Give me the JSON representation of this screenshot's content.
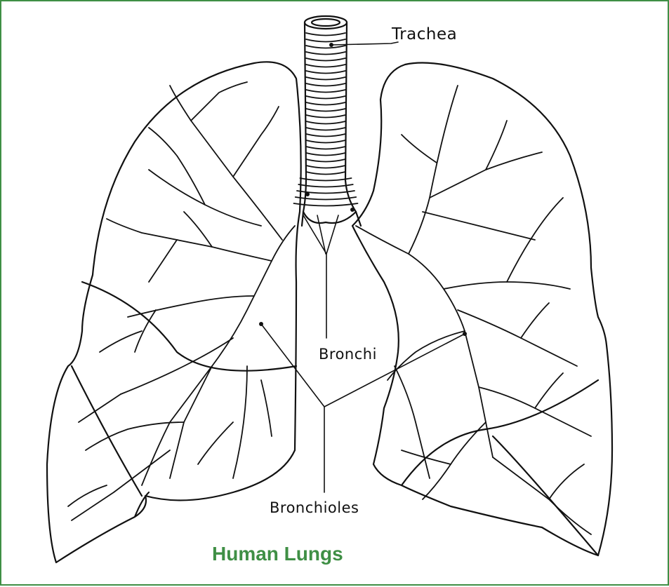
{
  "diagram": {
    "title": "Human Lungs",
    "labels": {
      "trachea": "Trachea",
      "bronchi": "Bronchi",
      "bronchioles": "Bronchioles"
    },
    "colors": {
      "frame": "#3f8f45",
      "title": "#3f8f45",
      "ink": "#111111",
      "background": "#ffffff"
    }
  }
}
